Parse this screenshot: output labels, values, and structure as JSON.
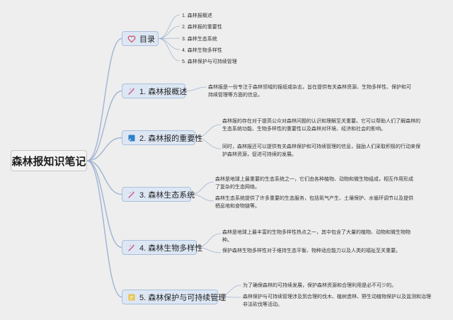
{
  "root": {
    "title": "森林报知识笔记"
  },
  "branches": [
    {
      "label": "目录",
      "icon": "heart-icon",
      "items": [
        "1. 森林报概述",
        "2. 森林报的重要性",
        "3. 森林生态系统",
        "4. 森林生物多样性",
        "5. 森林保护与可持续管理"
      ]
    },
    {
      "label": "1. 森林报概述",
      "icon": "sparkle-wand-icon",
      "notes": [
        "森林报是一份专注于森林领域的报纸或杂志，旨在提供有关森林资源、生物多样性、保护和可持续管理等方面的信息。"
      ]
    },
    {
      "label": "2. 森林报的重要性",
      "icon": "flag-icon",
      "notes": [
        "森林报的存在对于提高公众对森林问题的认识和理解至关重要。它可以帮助人们了解森林的生态系统功能、生物多样性的重要性以及森林对环境、经济和社会的影响。",
        "同时，森林报还可以提供有关森林保护和可持续管理的信息，鼓励人们采取积极的行动来保护森林资源，促进可持续的发展。"
      ]
    },
    {
      "label": "3. 森林生态系统",
      "icon": "sparkle-wand-icon",
      "notes": [
        "森林是地球上最重要的生态系统之一，它们由各种植物、动物和微生物组成，相互作用形成了复杂的生态网络。",
        "森林生态系统提供了许多重要的生态服务，包括氧气产生、土壤保护、水循环调节以及提供栖息地和食物链等。"
      ]
    },
    {
      "label": "4. 森林生物多样性",
      "icon": "sparkle-wand-icon",
      "notes": [
        "森林是地球上最丰富的生物多样性热点之一，其中包含了大量的植物、动物和微生物物种。",
        "保护森林生物多样性对于维持生态平衡、物种适应能力以及人类的福祉至关重要。"
      ]
    },
    {
      "label": "5. 森林保护与可持续管理",
      "icon": "note-icon",
      "notes": [
        "为了确保森林的可持续发展，保护森林资源和合理利用是必不可少的。",
        "森林保护与可持续管理涉及到合理的伐木、植树造林、野生动植物保护以及监测和治理非法砍伐等活动。"
      ]
    }
  ],
  "colors": {
    "root_border": "#c8c8c8",
    "branch_fill": "#dde7f4",
    "branch_border": "#a9bfdc",
    "connector": "#9fb4d1",
    "heart": "#d2465a",
    "wand": "#c94f86",
    "flag": "#2f7fc6",
    "note": "#e9c24a"
  }
}
